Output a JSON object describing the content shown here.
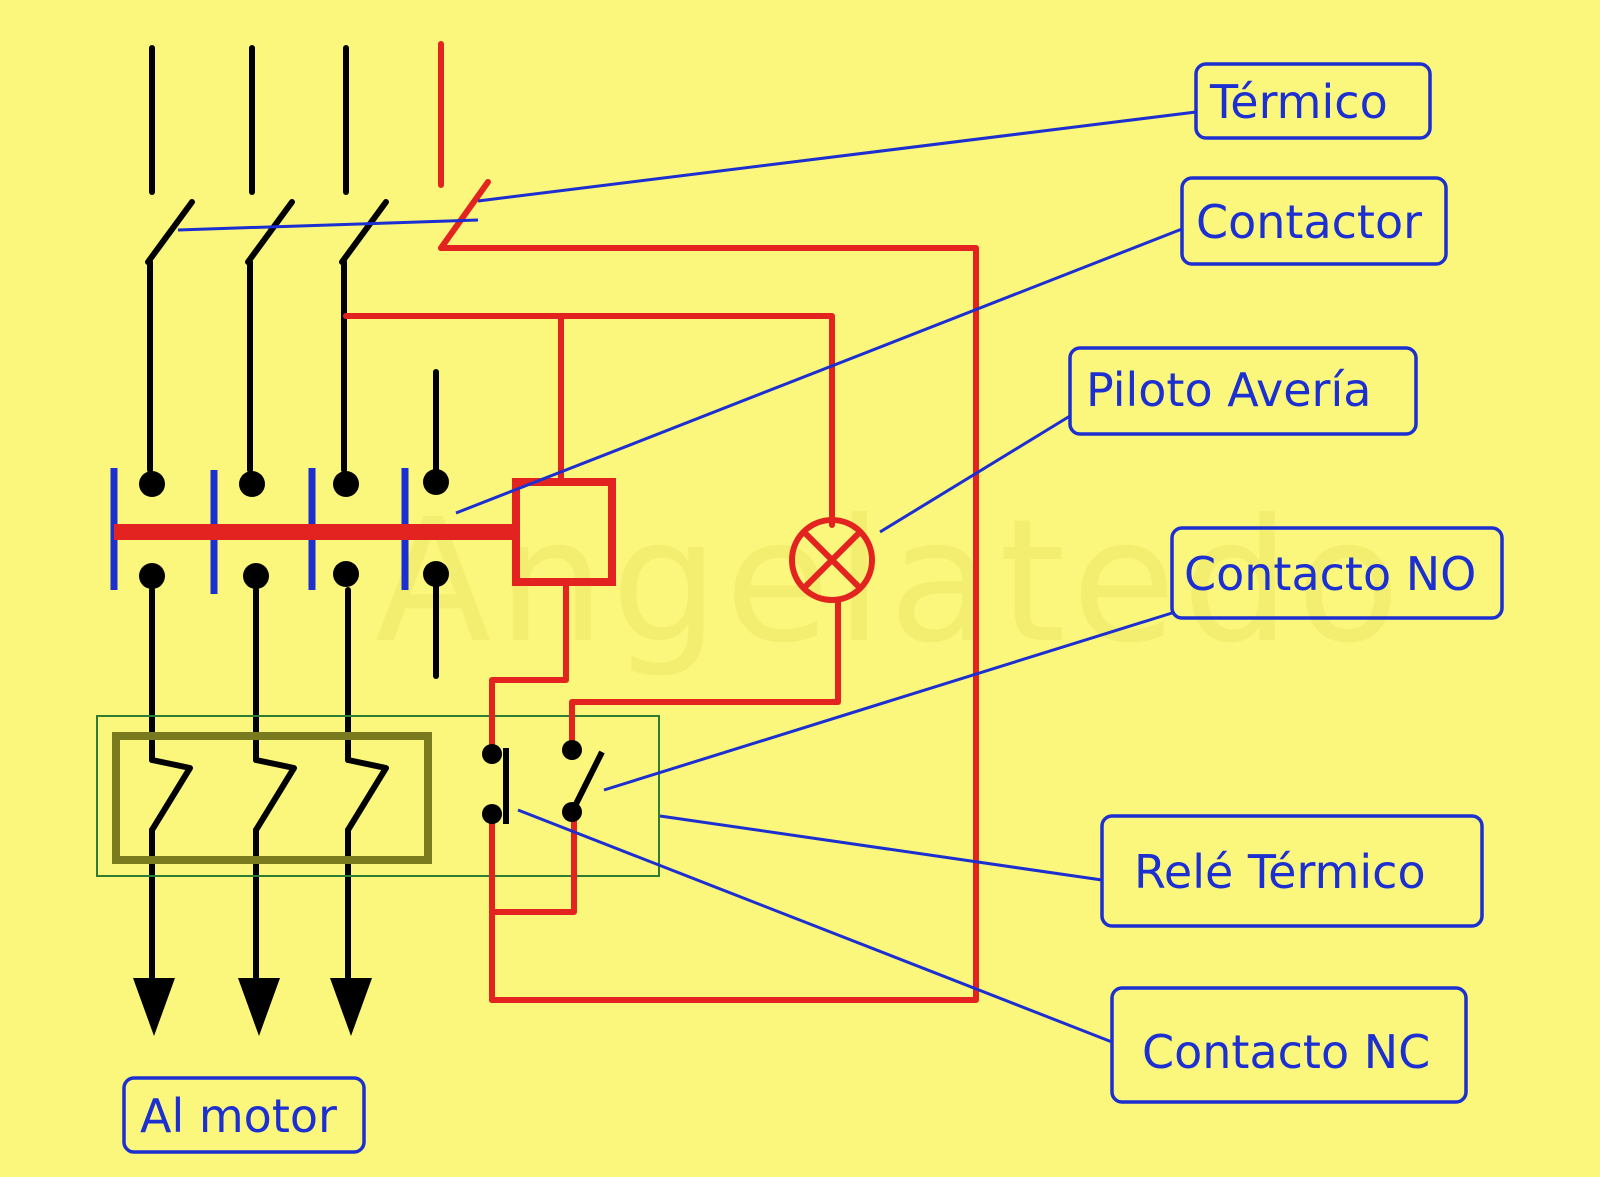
{
  "labels": {
    "termico": "Térmico",
    "contactor": "Contactor",
    "piloto_averia": "Piloto Avería",
    "contacto_no": "Contacto NO",
    "rele_termico": "Relé Térmico",
    "contacto_nc": "Contacto NC",
    "al_motor": "Al motor"
  },
  "watermark": "Angelatedo",
  "colors": {
    "background": "#fbf67c",
    "power_lines": "#000000",
    "control_circuit": "#e2231f",
    "labels_and_leaders": "#1c2fd0",
    "relay_outline": "#2e7d32",
    "heater_box": "#7a7a1e"
  }
}
